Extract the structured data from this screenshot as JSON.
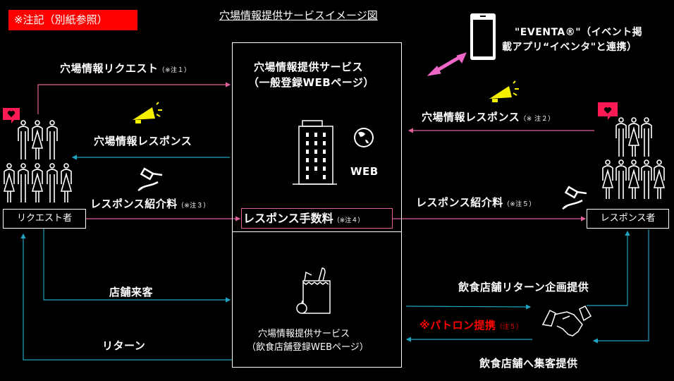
{
  "note_label": "※注記（別紙参照）",
  "title": "穴場情報提供サービスイメージ図",
  "top_service": {
    "line1": "穴場情報提供サービス",
    "line2": "（一般登録WEBページ）",
    "web_label": "WEB"
  },
  "bottom_service": {
    "line1": "穴場情報提供サービス",
    "line2": "（飲食店舗登録WEBページ）"
  },
  "eventa": {
    "line1": "\"EVENTA®\"（イベント掲",
    "line2": "載アプリ“イベンタ\"と連携）"
  },
  "fee_box": {
    "label": "レスポンス手数料",
    "note": "（※注４）"
  },
  "left": {
    "request_label": "穴場情報リクエスト",
    "request_note": "（※注１）",
    "response_label": "穴場情報レスポンス",
    "fee_label": "レスポンス紹介料",
    "fee_note": "（※注３）",
    "actor": "リクエスト者",
    "visit_label": "店舗来客",
    "return_label": "リターン"
  },
  "right": {
    "response_label": "穴場情報レスポンス",
    "response_note": "（※ 注２）",
    "fee_label": "レスポンス紹介料",
    "fee_note": "（※注５）",
    "actor": "レスポンス者",
    "plan_label": "飲食店舗リターン企画提供",
    "patron_label": "※パトロン提携",
    "patron_note": "（注５）",
    "customer_label": "飲食店舗へ集客提供"
  },
  "colors": {
    "pink": "#e0609a",
    "blue": "#1fa3c0",
    "red": "#ff0000",
    "yellow": "#f5f000",
    "heart": "#ff1a55"
  }
}
